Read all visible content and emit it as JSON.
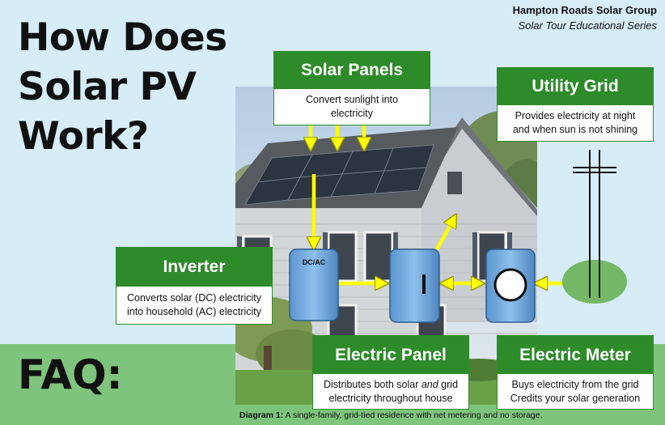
{
  "title": {
    "lines": [
      "How Does",
      "Solar PV",
      "Work?"
    ]
  },
  "faq_label": "FAQ:",
  "organization": {
    "name": "Hampton Roads Solar Group",
    "series": "Solar Tour Educational Series"
  },
  "components": {
    "solar_panels": {
      "title": "Solar Panels",
      "description": [
        "Convert sunlight into",
        "electricity"
      ]
    },
    "utility_grid": {
      "title": "Utility Grid",
      "description": [
        "Provides electricity at night",
        "and when sun is not shining"
      ]
    },
    "inverter": {
      "title": "Inverter",
      "description": [
        "Converts solar (DC) electricity",
        "into household (AC) electricity"
      ],
      "device_label": "DC/AC"
    },
    "electric_panel": {
      "title": "Electric Panel",
      "description_parts": [
        "Distributes both solar ",
        "and",
        " grid"
      ],
      "description_line2": "electricity throughout house"
    },
    "electric_meter": {
      "title": "Electric Meter",
      "description": [
        "Buys electricity from the grid",
        "Credits your solar generation"
      ]
    }
  },
  "caption": {
    "label": "Diagram 1:",
    "text": " A single-family, grid-tied residence with net metering and no storage."
  },
  "colors": {
    "callout_header": "#2e8b2a",
    "arrow": "#ffff00",
    "device": "#6fa8dc",
    "background": "#d6ecf6",
    "band": "#7ec47c"
  }
}
